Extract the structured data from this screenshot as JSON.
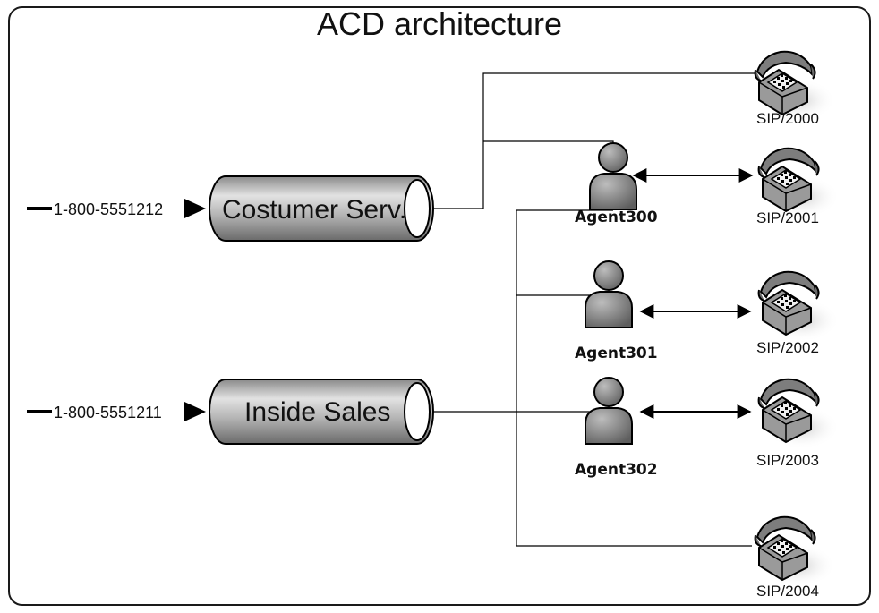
{
  "title": "ACD architecture",
  "trunks": [
    {
      "number": "1-800-5551212",
      "queue": "Costumer Serv."
    },
    {
      "number": "1-800-5551211",
      "queue": "Inside Sales"
    }
  ],
  "agents": [
    {
      "name": "Agent300",
      "phone": "SIP/2001"
    },
    {
      "name": "Agent301",
      "phone": "SIP/2002"
    },
    {
      "name": "Agent302",
      "phone": "SIP/2003"
    }
  ],
  "unassigned_phones": [
    "SIP/2000",
    "SIP/2004"
  ],
  "icons": {
    "agent": "person-icon",
    "phone": "telephone-icon"
  }
}
